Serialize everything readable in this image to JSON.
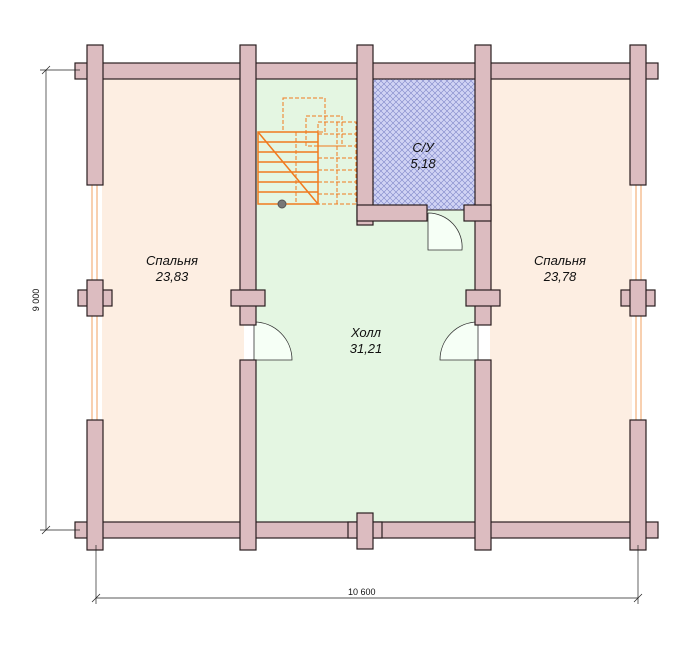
{
  "colors": {
    "wall_fill": "#dcbcc0",
    "wall_stroke": "#2a1e20",
    "bedroom_fill": "#fdeee2",
    "hall_fill": "#e4f6e2",
    "bathroom_fill": "#c9cdf2",
    "stair_color": "#f07a1e",
    "window_color": "#f0a060",
    "dimension_color": "#222222"
  },
  "rooms": [
    {
      "name": "Спальня",
      "area": "23,83"
    },
    {
      "name": "Холл",
      "area": "31,21"
    },
    {
      "name": "Спальня",
      "area": "23,78"
    },
    {
      "name": "С/У",
      "area": "5,18"
    }
  ],
  "dimensions": {
    "width_label": "10 600",
    "height_label": "9 000"
  }
}
